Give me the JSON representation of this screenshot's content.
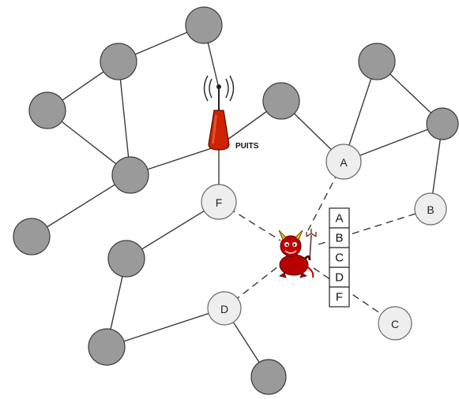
{
  "sink": {
    "label": "PUITS",
    "icon": "antenna-icon"
  },
  "attacker": {
    "icon": "devil-icon"
  },
  "named_nodes": {
    "A": "A",
    "B": "B",
    "C": "C",
    "D": "D",
    "F": "F"
  },
  "forwarding_list": [
    "A",
    "B",
    "C",
    "D",
    "F"
  ],
  "colors": {
    "sensor_node": "#9a9a9a",
    "neighbor_node": "#eeeeee",
    "sink": "#cc2200",
    "attacker": "#b80000"
  }
}
